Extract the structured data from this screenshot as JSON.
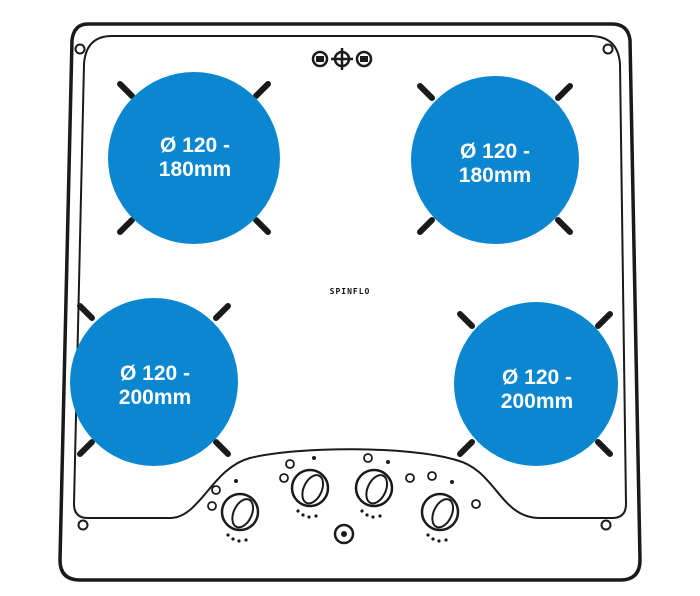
{
  "brand": "SPINFLO",
  "burners": [
    {
      "id": "rear-left",
      "line1": "Ø 120 -",
      "line2": "180mm"
    },
    {
      "id": "rear-right",
      "line1": "Ø 120 -",
      "line2": "180mm"
    },
    {
      "id": "front-left",
      "line1": "Ø 120 -",
      "line2": "200mm"
    },
    {
      "id": "front-right",
      "line1": "Ø 120 -",
      "line2": "200mm"
    }
  ],
  "colors": {
    "burner_fill": "#0a87d0",
    "outline": "#1a1a1a",
    "label_text": "#ffffff"
  },
  "icons": [
    "mounting-hole-icon",
    "knob-icon",
    "ignition-button-icon",
    "gas-symbol-icon"
  ]
}
